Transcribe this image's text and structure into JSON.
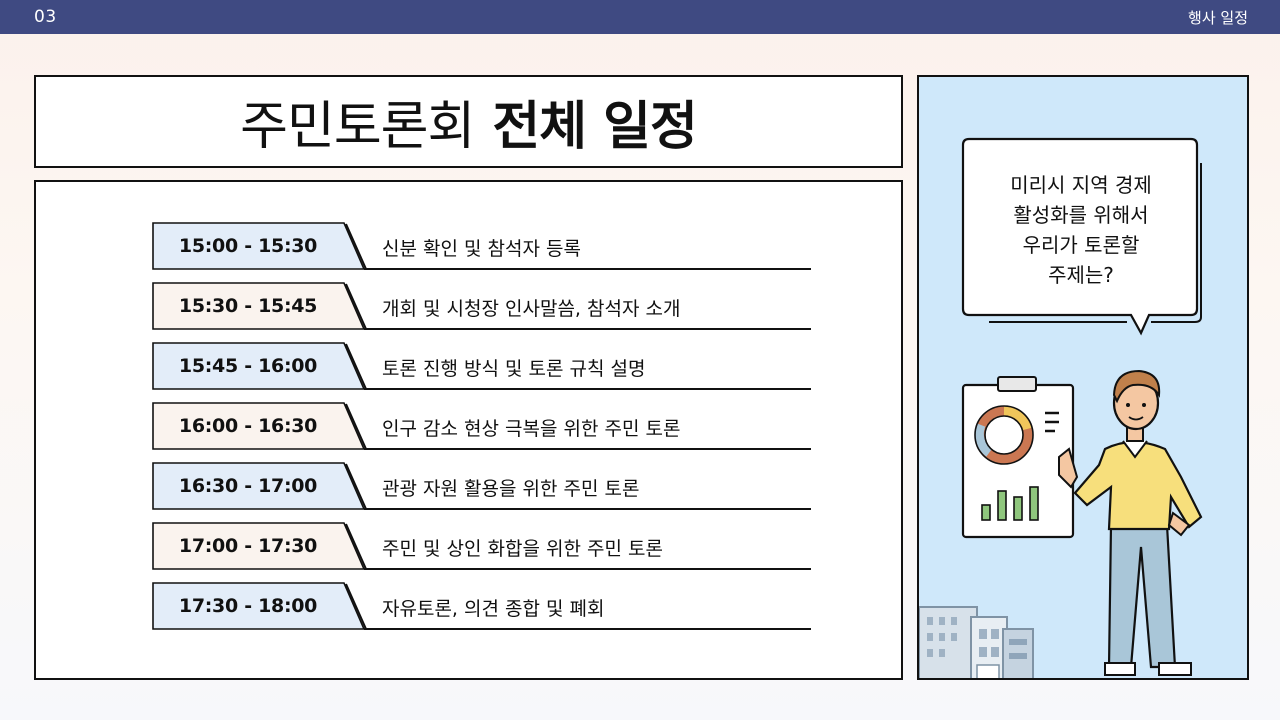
{
  "header": {
    "page_number": "03",
    "section_title": "행사 일정"
  },
  "title": {
    "light": "주민토론회",
    "bold": "전체 일정"
  },
  "schedule": [
    {
      "time": "15:00 - 15:30",
      "desc": "신분 확인 및 참석자 등록",
      "tone": "blue"
    },
    {
      "time": "15:30 - 15:45",
      "desc": "개회 및 시청장 인사말씀, 참석자 소개",
      "tone": "cream"
    },
    {
      "time": "15:45 - 16:00",
      "desc": "토론 진행 방식 및 토론 규칙 설명",
      "tone": "blue"
    },
    {
      "time": "16:00 - 16:30",
      "desc": "인구 감소 현상 극복을 위한 주민 토론",
      "tone": "cream"
    },
    {
      "time": "16:30 - 17:00",
      "desc": "관광 자원 활용을 위한 주민 토론",
      "tone": "blue"
    },
    {
      "time": "17:00 - 17:30",
      "desc": "주민 및 상인 화합을 위한 주민 토론",
      "tone": "cream"
    },
    {
      "time": "17:30 - 18:00",
      "desc": "자유토론, 의견 종합 및 폐회",
      "tone": "blue"
    }
  ],
  "speech_bubble": {
    "lines": [
      "미리시 지역 경제",
      "활성화를 위해서",
      "우리가 토론할",
      "주제는?"
    ]
  },
  "colors": {
    "header_bg": "#3f4a82",
    "tab_blue": "#e3edf9",
    "tab_cream": "#faf3ee",
    "panel_bg": "#cfe8fa",
    "shirt": "#f7df7c",
    "pants": "#a9c6d8"
  }
}
